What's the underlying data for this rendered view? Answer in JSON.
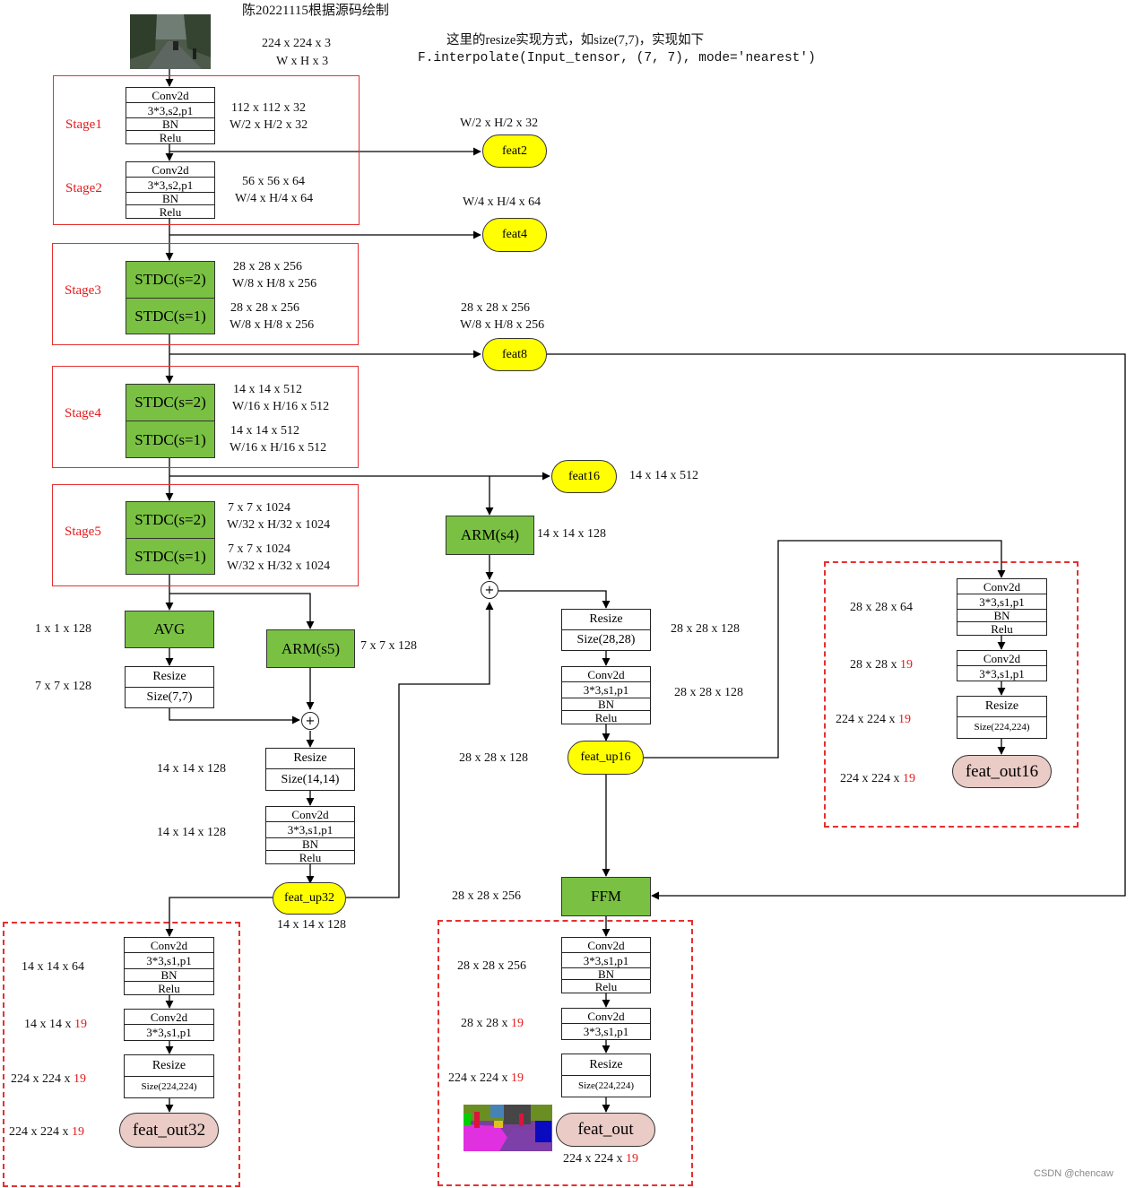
{
  "title": "陈20221115根据源码绘制",
  "input_dims": [
    "224 x 224 x 3",
    "W x H x 3"
  ],
  "note": [
    "这里的resize实现方式，如size(7,7)，实现如下",
    "F.interpolate(Input_tensor, (7, 7), mode='nearest')"
  ],
  "stages": {
    "stage1": "Stage1",
    "stage2": "Stage2",
    "stage3": "Stage3",
    "stage4": "Stage4",
    "stage5": "Stage5"
  },
  "conv_s2": [
    "Conv2d",
    "3*3,s2,p1",
    "BN",
    "Relu"
  ],
  "conv_s1_full": [
    "Conv2d",
    "3*3,s1,p1",
    "BN",
    "Relu"
  ],
  "conv_s1": [
    "Conv2d",
    "3*3,s1,p1"
  ],
  "stdc": {
    "s2": "STDC(s=2)",
    "s1": "STDC(s=1)"
  },
  "dims": {
    "s1a": "112 x 112 x 32",
    "s1b": "W/2 x H/2 x 32",
    "s2a": "56 x 56 x 64",
    "s2b": "W/4 x H/4 x 64",
    "s3a": "28 x 28 x 256",
    "s3b": "W/8 x H/8 x 256",
    "s3c": "28 x 28 x 256",
    "s3d": "W/8 x H/8 x 256",
    "s4a": "14 x 14 x 512",
    "s4b": "W/16 x H/16 x 512",
    "s4c": "14 x 14 x 512",
    "s4d": "W/16 x H/16 x 512",
    "s5a": "7 x 7 x 1024",
    "s5b": "W/32 x H/32 x 1024",
    "s5c": "7 x 7 x 1024",
    "s5d": "W/32 x H/32 x 1024",
    "f2": "W/2 x H/2 x 32",
    "f4": "W/4 x H/4 x 64",
    "f8a": "28 x 28 x 256",
    "f8b": "W/8 x H/8 x 256",
    "f16": "14 x 14 x 512",
    "arm4": "14 x 14 x 128",
    "avg": "1 x 1 x 128",
    "avgr": "7 x 7 x 128",
    "arm5": "7 x 7 x 128",
    "r14": "14 x 14 x 128",
    "c14": "14 x 14 x 128",
    "fu32": "14 x 14 x 128",
    "r28": "28 x 28 x 128",
    "c28": "28 x 28 x 128",
    "fu16": "28 x 28 x 128",
    "ffm": "28 x 28 x 256",
    "h16a": "28 x 28 x 64",
    "h16b": "28 x 28 x ",
    "h16c": "224 x 224 x ",
    "h16d": "224 x 224 x ",
    "h32a": "14 x 14 x 64",
    "h32b": "14 x 14 x ",
    "h32c": "224 x 224 x ",
    "h32d": "224 x 224 x ",
    "hfa": "28 x 28 x 256",
    "hfb": "28 x 28 x ",
    "hfc": "224 x 224 x ",
    "hfd": "224 x 224 x ",
    "nclass": "19"
  },
  "feats": {
    "feat2": "feat2",
    "feat4": "feat4",
    "feat8": "feat8",
    "feat16": "feat16",
    "feat_up16": "feat_up16",
    "feat_up32": "feat_up32"
  },
  "modules": {
    "avg": "AVG",
    "arm4": "ARM(s4)",
    "arm5": "ARM(s5)",
    "ffm": "FFM",
    "plus": "+"
  },
  "resize": {
    "label": "Resize",
    "s77": "Size(7,7)",
    "s1414": "Size(14,14)",
    "s2828": "Size(28,28)",
    "s224": "Size(224,224)"
  },
  "outputs": {
    "out16": "feat_out16",
    "out32": "feat_out32",
    "out": "feat_out"
  },
  "watermark": "CSDN @chencaw",
  "colors": {
    "green": "#7ac143",
    "yellow": "#ffff00",
    "pink": "#eacbc6",
    "red": "#e41a1c"
  }
}
